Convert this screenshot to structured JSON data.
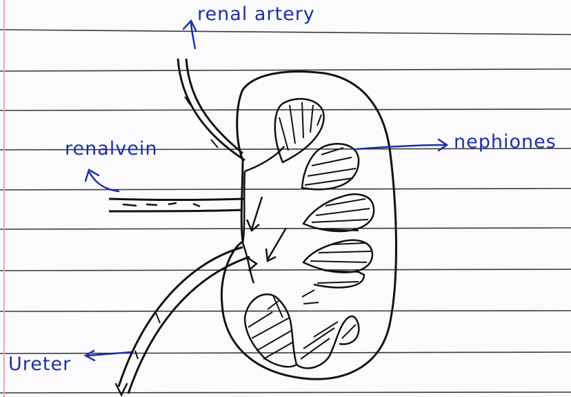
{
  "labels": {
    "renal_artery": "renal artery",
    "renal_vein": "renalvein",
    "nephrons": "nephiones",
    "ureter": "Ureter"
  },
  "colors": {
    "paper": "#fbfbfd",
    "rule_line": "#3a3a3a",
    "ink_black": "#111111",
    "ink_blue": "#1c2fa8",
    "margin_line": "#e8a9b3"
  }
}
